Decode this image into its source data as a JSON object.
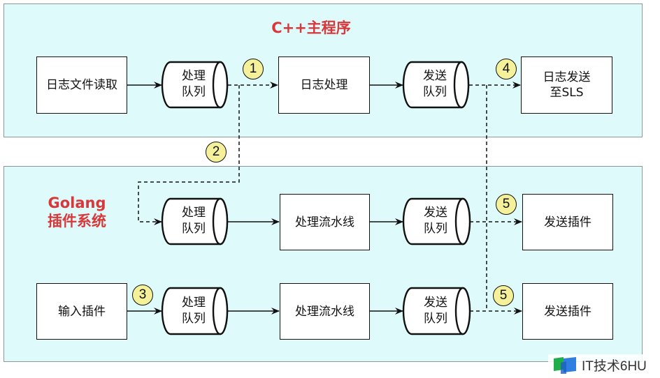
{
  "colors": {
    "panel_bg": "#dffafa",
    "title": "#d9383a",
    "badge": "#f5f19a",
    "line": "#111111"
  },
  "panels": {
    "cpp": {
      "title": "C++主程序"
    },
    "golang": {
      "title": "Golang\n插件系统"
    }
  },
  "nodes": {
    "log_read": "日志文件读取",
    "cpp_process_queue": "处理\n队列",
    "log_process": "日志处理",
    "cpp_send_queue": "发送\n队列",
    "log_send_sls": "日志发送\n至SLS",
    "go1_process_queue": "处理\n队列",
    "go1_pipeline": "处理流水线",
    "go1_send_queue": "发送\n队列",
    "go1_send_plugin": "发送插件",
    "input_plugin": "输入插件",
    "go2_process_queue": "处理\n队列",
    "go2_pipeline": "处理流水线",
    "go2_send_queue": "发送\n队列",
    "go2_send_plugin": "发送插件"
  },
  "badges": {
    "b1": "1",
    "b2": "2",
    "b3": "3",
    "b4": "4",
    "b5a": "5",
    "b5b": "5"
  },
  "watermark": {
    "text": "IT技术6HU",
    "icon": "book-logo-icon"
  }
}
